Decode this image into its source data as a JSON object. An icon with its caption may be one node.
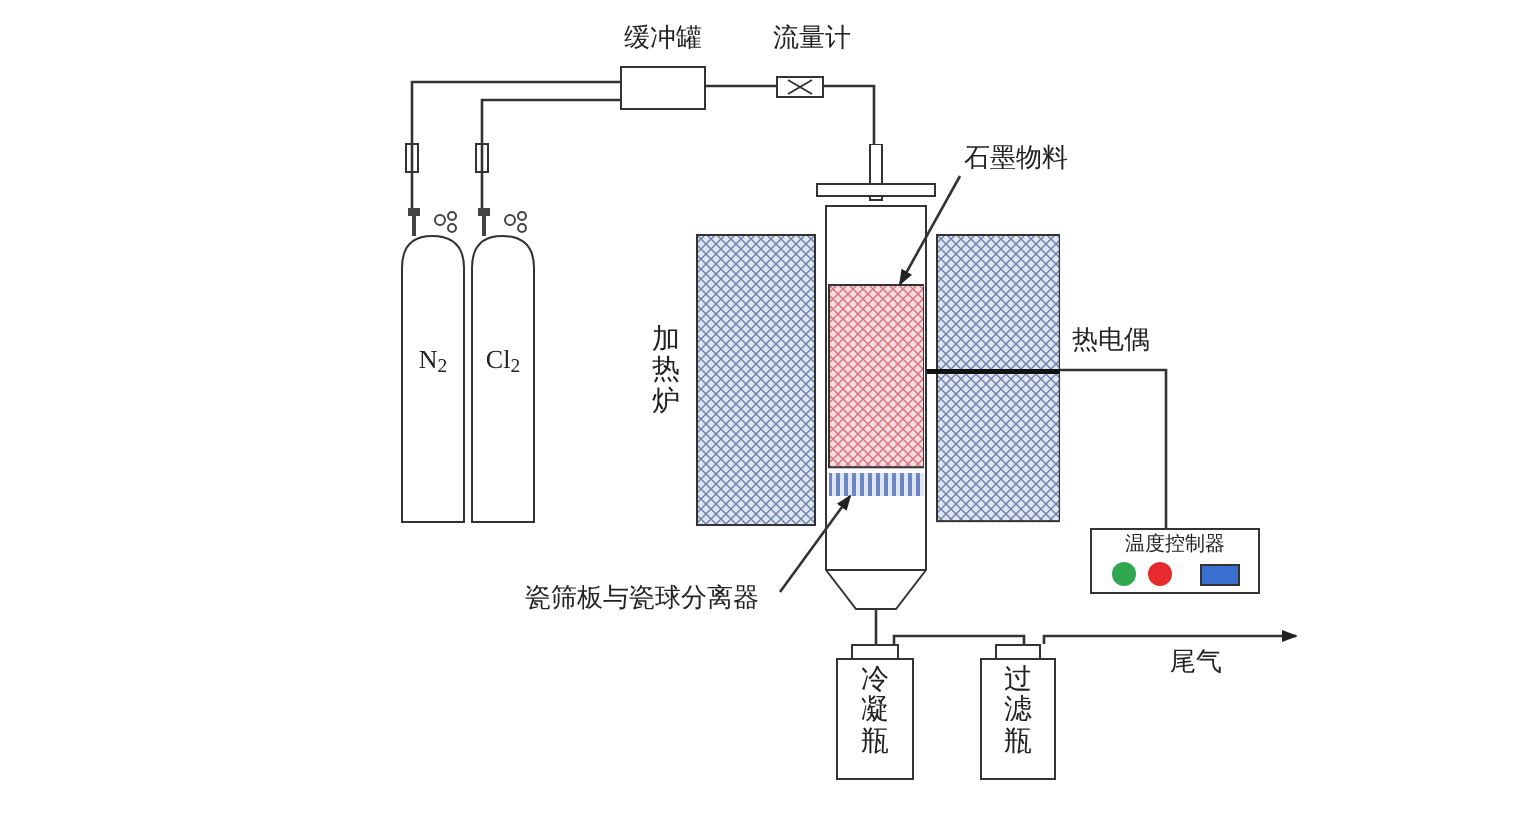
{
  "diagram": {
    "nodes": [
      {
        "text": [
          "N$_{2}$"
        ]
      },
      {
        "text": [
          "Cl$_{2}$"
        ]
      },
      {
        "text": [
          "缓冲罐"
        ]
      },
      {
        "text": [
          "流量计"
        ]
      },
      {
        "text": [],
        "shape": "box"
      },
      {
        "text": [
          "石墨物料"
        ]
      },
      {
        "text": [],
        "shape": "box",
        "in": 4
      },
      {
        "text": [],
        "shape": "bar",
        "in": 4
      },
      {
        "text": [
          "瓷筛板与瓷球分离器"
        ]
      },
      {
        "text": [
          "加热炉"
        ]
      },
      {
        "text": [],
        "shape": "box"
      },
      {
        "text": [
          "温度控制器"
        ]
      },
      {
        "text": [
          "冷凝瓶"
        ]
      },
      {
        "text": [
          "过滤瓶"
        ]
      },
      {
        "text": [],
        "shape": "bar",
        "beside": [
          "热电偶"
        ]
      }
    ],
    "edges": [
      {
        "from": 0,
        "to": 2,
        "arrow": "none"
      },
      {
        "from": 1,
        "to": 2,
        "arrow": "none"
      },
      {
        "from": 2,
        "to": 3,
        "arrow": "none"
      },
      {
        "from": 3,
        "to": 4,
        "arrow": "none"
      },
      {
        "from": 4,
        "to": 12,
        "arrow": "none"
      },
      {
        "from": 12,
        "to": 13,
        "arrow": "none"
      },
      {
        "from": 13,
        "to": null,
        "label": "尾气",
        "arrow": "to"
      },
      {
        "from": 5,
        "to": 6,
        "arrow": "to"
      },
      {
        "from": 8,
        "to": 7,
        "arrow": "to"
      },
      {
        "from": 14,
        "to": 11,
        "arrow": "none"
      }
    ]
  }
}
